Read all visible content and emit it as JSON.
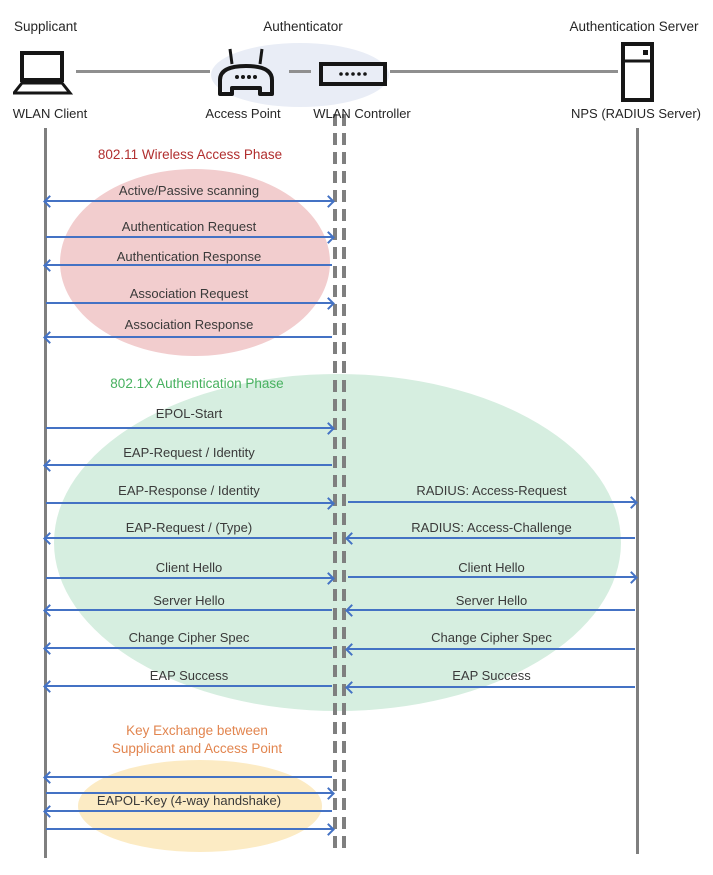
{
  "actors": {
    "supplicant": {
      "role": "Supplicant",
      "device": "WLAN Client"
    },
    "authenticator": {
      "role": "Authenticator",
      "access_point": "Access Point",
      "wlan_controller": "WLAN Controller"
    },
    "auth_server": {
      "role": "Authentication Server",
      "device": "NPS (RADIUS Server)"
    }
  },
  "colors": {
    "arrow": "#4472c4",
    "lifeline": "#7f7f7f",
    "phase1_title": "#b12f2f",
    "phase1_fill": "#f2cdce",
    "phase2_title": "#47b15f",
    "phase2_fill": "#d6eee0",
    "phase3_title": "#e2854f",
    "phase3_fill": "#fcebc4",
    "authenticator_halo": "#e9edf6"
  },
  "phase1": {
    "title": "802.11 Wireless Access Phase",
    "messages": [
      {
        "label": "Active/Passive scanning",
        "direction": "both"
      },
      {
        "label": "Authentication Request",
        "direction": "right"
      },
      {
        "label": "Authentication Response",
        "direction": "left"
      },
      {
        "label": "Association Request",
        "direction": "right"
      },
      {
        "label": "Association Response",
        "direction": "left"
      }
    ]
  },
  "phase2": {
    "title": "802.1X Authentication Phase",
    "left_messages": [
      {
        "label": "EPOL-Start",
        "direction": "right"
      },
      {
        "label": "EAP-Request / Identity",
        "direction": "left"
      },
      {
        "label": "EAP-Response / Identity",
        "direction": "right"
      },
      {
        "label": "EAP-Request / (Type)",
        "direction": "left"
      },
      {
        "label": "Client Hello",
        "direction": "right"
      },
      {
        "label": "Server Hello",
        "direction": "left"
      },
      {
        "label": "Change Cipher Spec",
        "direction": "left"
      },
      {
        "label": "EAP Success",
        "direction": "left"
      }
    ],
    "right_messages": [
      {
        "label": "RADIUS: Access-Request",
        "direction": "right"
      },
      {
        "label": "RADIUS: Access-Challenge",
        "direction": "left"
      },
      {
        "label": "Client Hello",
        "direction": "right"
      },
      {
        "label": "Server Hello",
        "direction": "left"
      },
      {
        "label": "Change Cipher Spec",
        "direction": "left"
      },
      {
        "label": "EAP Success",
        "direction": "left"
      }
    ]
  },
  "phase3": {
    "title": "Key Exchange between\nSupplicant and Access Point",
    "label": "EAPOL-Key (4-way handshake)",
    "arrows": [
      "left",
      "right",
      "left",
      "right"
    ]
  }
}
